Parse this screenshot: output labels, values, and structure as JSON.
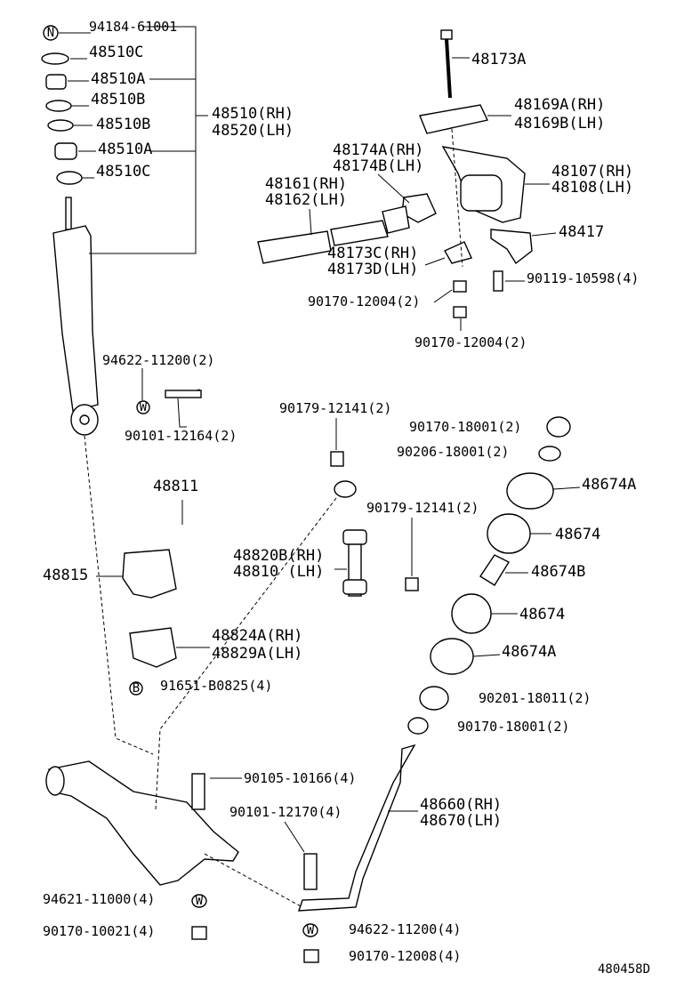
{
  "diagram_id": "480458D",
  "callouts": {
    "c94184": "94184-61001",
    "c48510c_top": "48510C",
    "c48510a_top": "48510A",
    "c48510b_1": "48510B",
    "c48510b_2": "48510B",
    "c48510a_bot": "48510A",
    "c48510c_bot": "48510C",
    "c48510": "48510(RH)",
    "c48520": "48520(LH)",
    "c94622_a": "94622-11200(2)",
    "c90101_12164": "90101-12164(2)",
    "c48173a": "48173A",
    "c48169a": "48169A(RH)",
    "c48169b": "48169B(LH)",
    "c48174a": "48174A(RH)",
    "c48174b": "48174B(LH)",
    "c48107": "48107(RH)",
    "c48108": "48108(LH)",
    "c48161": "48161(RH)",
    "c48162": "48162(LH)",
    "c48417": "48417",
    "c48173c": "48173C(RH)",
    "c48173d": "48173D(LH)",
    "c90119": "90119-10598(4)",
    "c90170_12004_a": "90170-12004(2)",
    "c90170_12004_b": "90170-12004(2)",
    "c90179_a": "90179-12141(2)",
    "c90170_18001_a": "90170-18001(2)",
    "c90206": "90206-18001(2)",
    "c48811": "48811",
    "c48674a_top": "48674A",
    "c90179_b": "90179-12141(2)",
    "c48674_top": "48674",
    "c48815": "48815",
    "c48820b": "48820B(RH)",
    "c48810": "48810  (LH)",
    "c48674b": "48674B",
    "c48674_bot": "48674",
    "c48824a": "48824A(RH)",
    "c48829a": "48829A(LH)",
    "c48674a_bot": "48674A",
    "c91651": "91651-B0825(4)",
    "c90201": "90201-18011(2)",
    "c90170_18001_b": "90170-18001(2)",
    "c90105": "90105-10166(4)",
    "c48660": "48660(RH)",
    "c48670": "48670(LH)",
    "c90101_12170": "90101-12170(4)",
    "c94621": "94621-11000(4)",
    "c94622_b": "94622-11200(4)",
    "c90170_10021": "90170-10021(4)",
    "c90170_12008": "90170-12008(4)"
  },
  "symbols": {
    "nut_mark": "N",
    "washer_mark": "W",
    "bolt_mark": "B"
  }
}
